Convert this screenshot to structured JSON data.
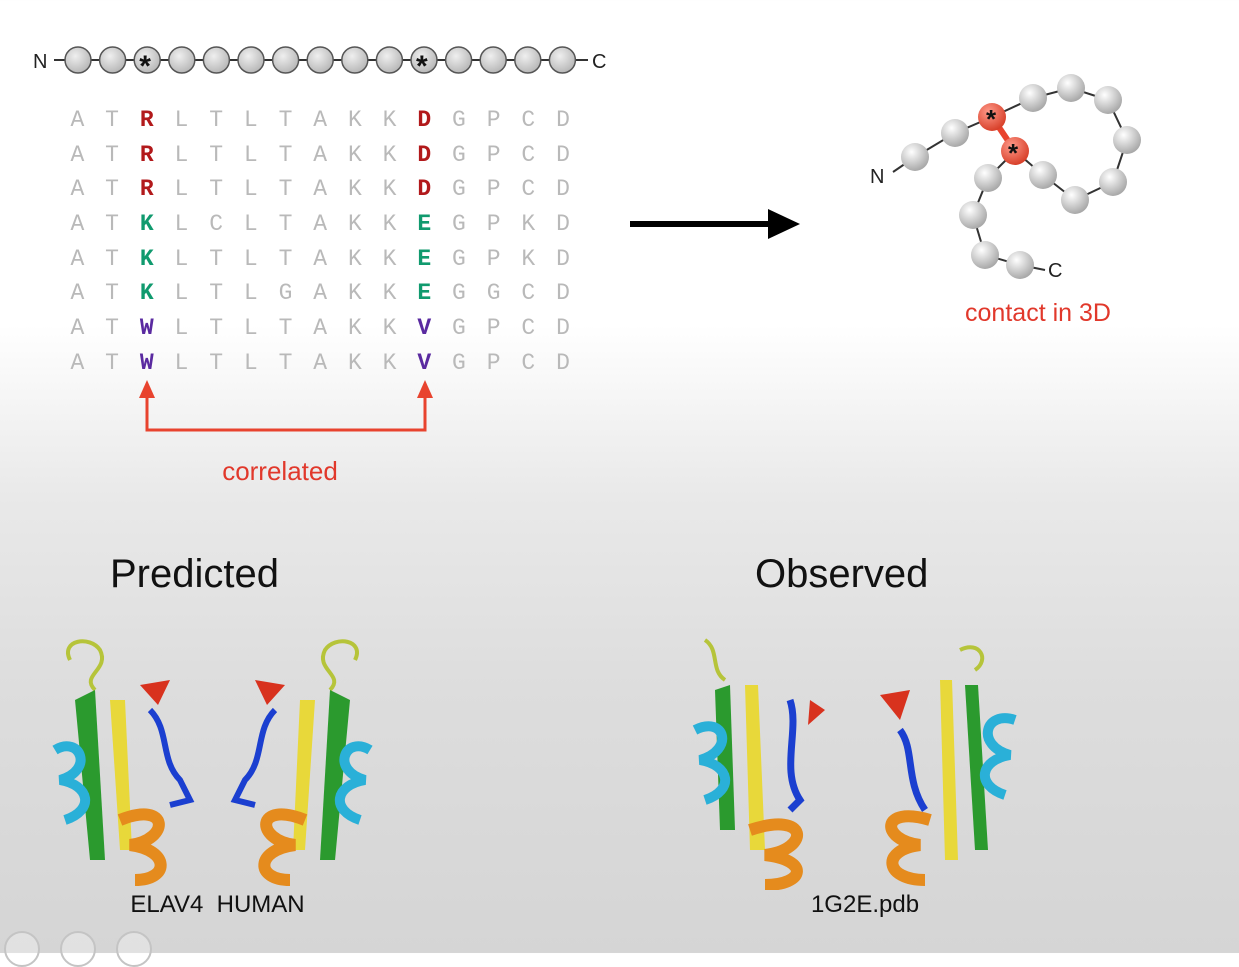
{
  "chain_top": {
    "n_label": "N",
    "c_label": "C",
    "bead_count": 15,
    "star_positions": [
      2,
      10
    ],
    "star": "*"
  },
  "msa": {
    "rows": [
      [
        "A",
        "T",
        "R",
        "L",
        "T",
        "L",
        "T",
        "A",
        "K",
        "K",
        "D",
        "G",
        "P",
        "C",
        "D"
      ],
      [
        "A",
        "T",
        "R",
        "L",
        "T",
        "L",
        "T",
        "A",
        "K",
        "K",
        "D",
        "G",
        "P",
        "C",
        "D"
      ],
      [
        "A",
        "T",
        "R",
        "L",
        "T",
        "L",
        "T",
        "A",
        "K",
        "K",
        "D",
        "G",
        "P",
        "C",
        "D"
      ],
      [
        "A",
        "T",
        "K",
        "L",
        "C",
        "L",
        "T",
        "A",
        "K",
        "K",
        "E",
        "G",
        "P",
        "K",
        "D"
      ],
      [
        "A",
        "T",
        "K",
        "L",
        "T",
        "L",
        "T",
        "A",
        "K",
        "K",
        "E",
        "G",
        "P",
        "K",
        "D"
      ],
      [
        "A",
        "T",
        "K",
        "L",
        "T",
        "L",
        "G",
        "A",
        "K",
        "K",
        "E",
        "G",
        "G",
        "C",
        "D"
      ],
      [
        "A",
        "T",
        "W",
        "L",
        "T",
        "L",
        "T",
        "A",
        "K",
        "K",
        "V",
        "G",
        "P",
        "C",
        "D"
      ],
      [
        "A",
        "T",
        "W",
        "L",
        "T",
        "L",
        "T",
        "A",
        "K",
        "K",
        "V",
        "G",
        "P",
        "C",
        "D"
      ]
    ],
    "highlight_columns": [
      2,
      10
    ],
    "row_colors": [
      "#b2191b",
      "#b2191b",
      "#b2191b",
      "#109a6e",
      "#109a6e",
      "#109a6e",
      "#5a2aa0",
      "#5a2aa0"
    ],
    "base_color": "#b9b9b9"
  },
  "correlated_label": "correlated",
  "contact_label": "contact in 3D",
  "chain_3d": {
    "n_label": "N",
    "c_label": "C",
    "star": "*"
  },
  "predicted_title": "Predicted",
  "observed_title": "Observed",
  "predicted_caption": "ELAV4  HUMAN",
  "observed_caption": "1G2E.pdb",
  "colors": {
    "red_label": "#e1382b",
    "arrow_red": "#e8432e",
    "bead": "#d0d0d0",
    "bead_highlight": "#e8503a"
  },
  "icons": [
    "chain-icon",
    "arrow-right-icon",
    "protein-ribbon-icon",
    "slides-icon",
    "search-icon",
    "more-icon"
  ]
}
